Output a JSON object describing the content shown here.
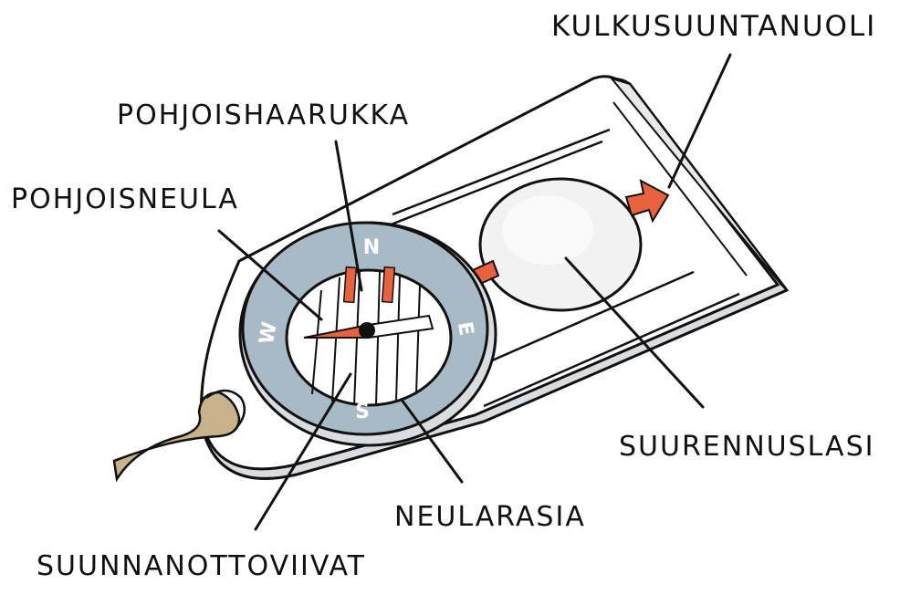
{
  "diagram": {
    "labels": {
      "kulkusuuntanuoli": "KULKUSUUNTANUOLI",
      "pohjoishaarukka": "POHJOISHAARUKKA",
      "pohjoisneula": "POHJOISNEULA",
      "suurennuslasi": "SUURENNUSLASI",
      "neularasia": "NEULARASIA",
      "suunnanottoviivat": "SUUNNANOTTOVIIVAT"
    },
    "cardinals": {
      "north": "N",
      "east": "E",
      "south": "S",
      "west": "W"
    }
  },
  "colors": {
    "accent": "#E8623E",
    "bezel": "#A8BAC6",
    "plate_shadow": "#DADDE0",
    "cord": "#C8B28C",
    "ink": "#111111"
  }
}
